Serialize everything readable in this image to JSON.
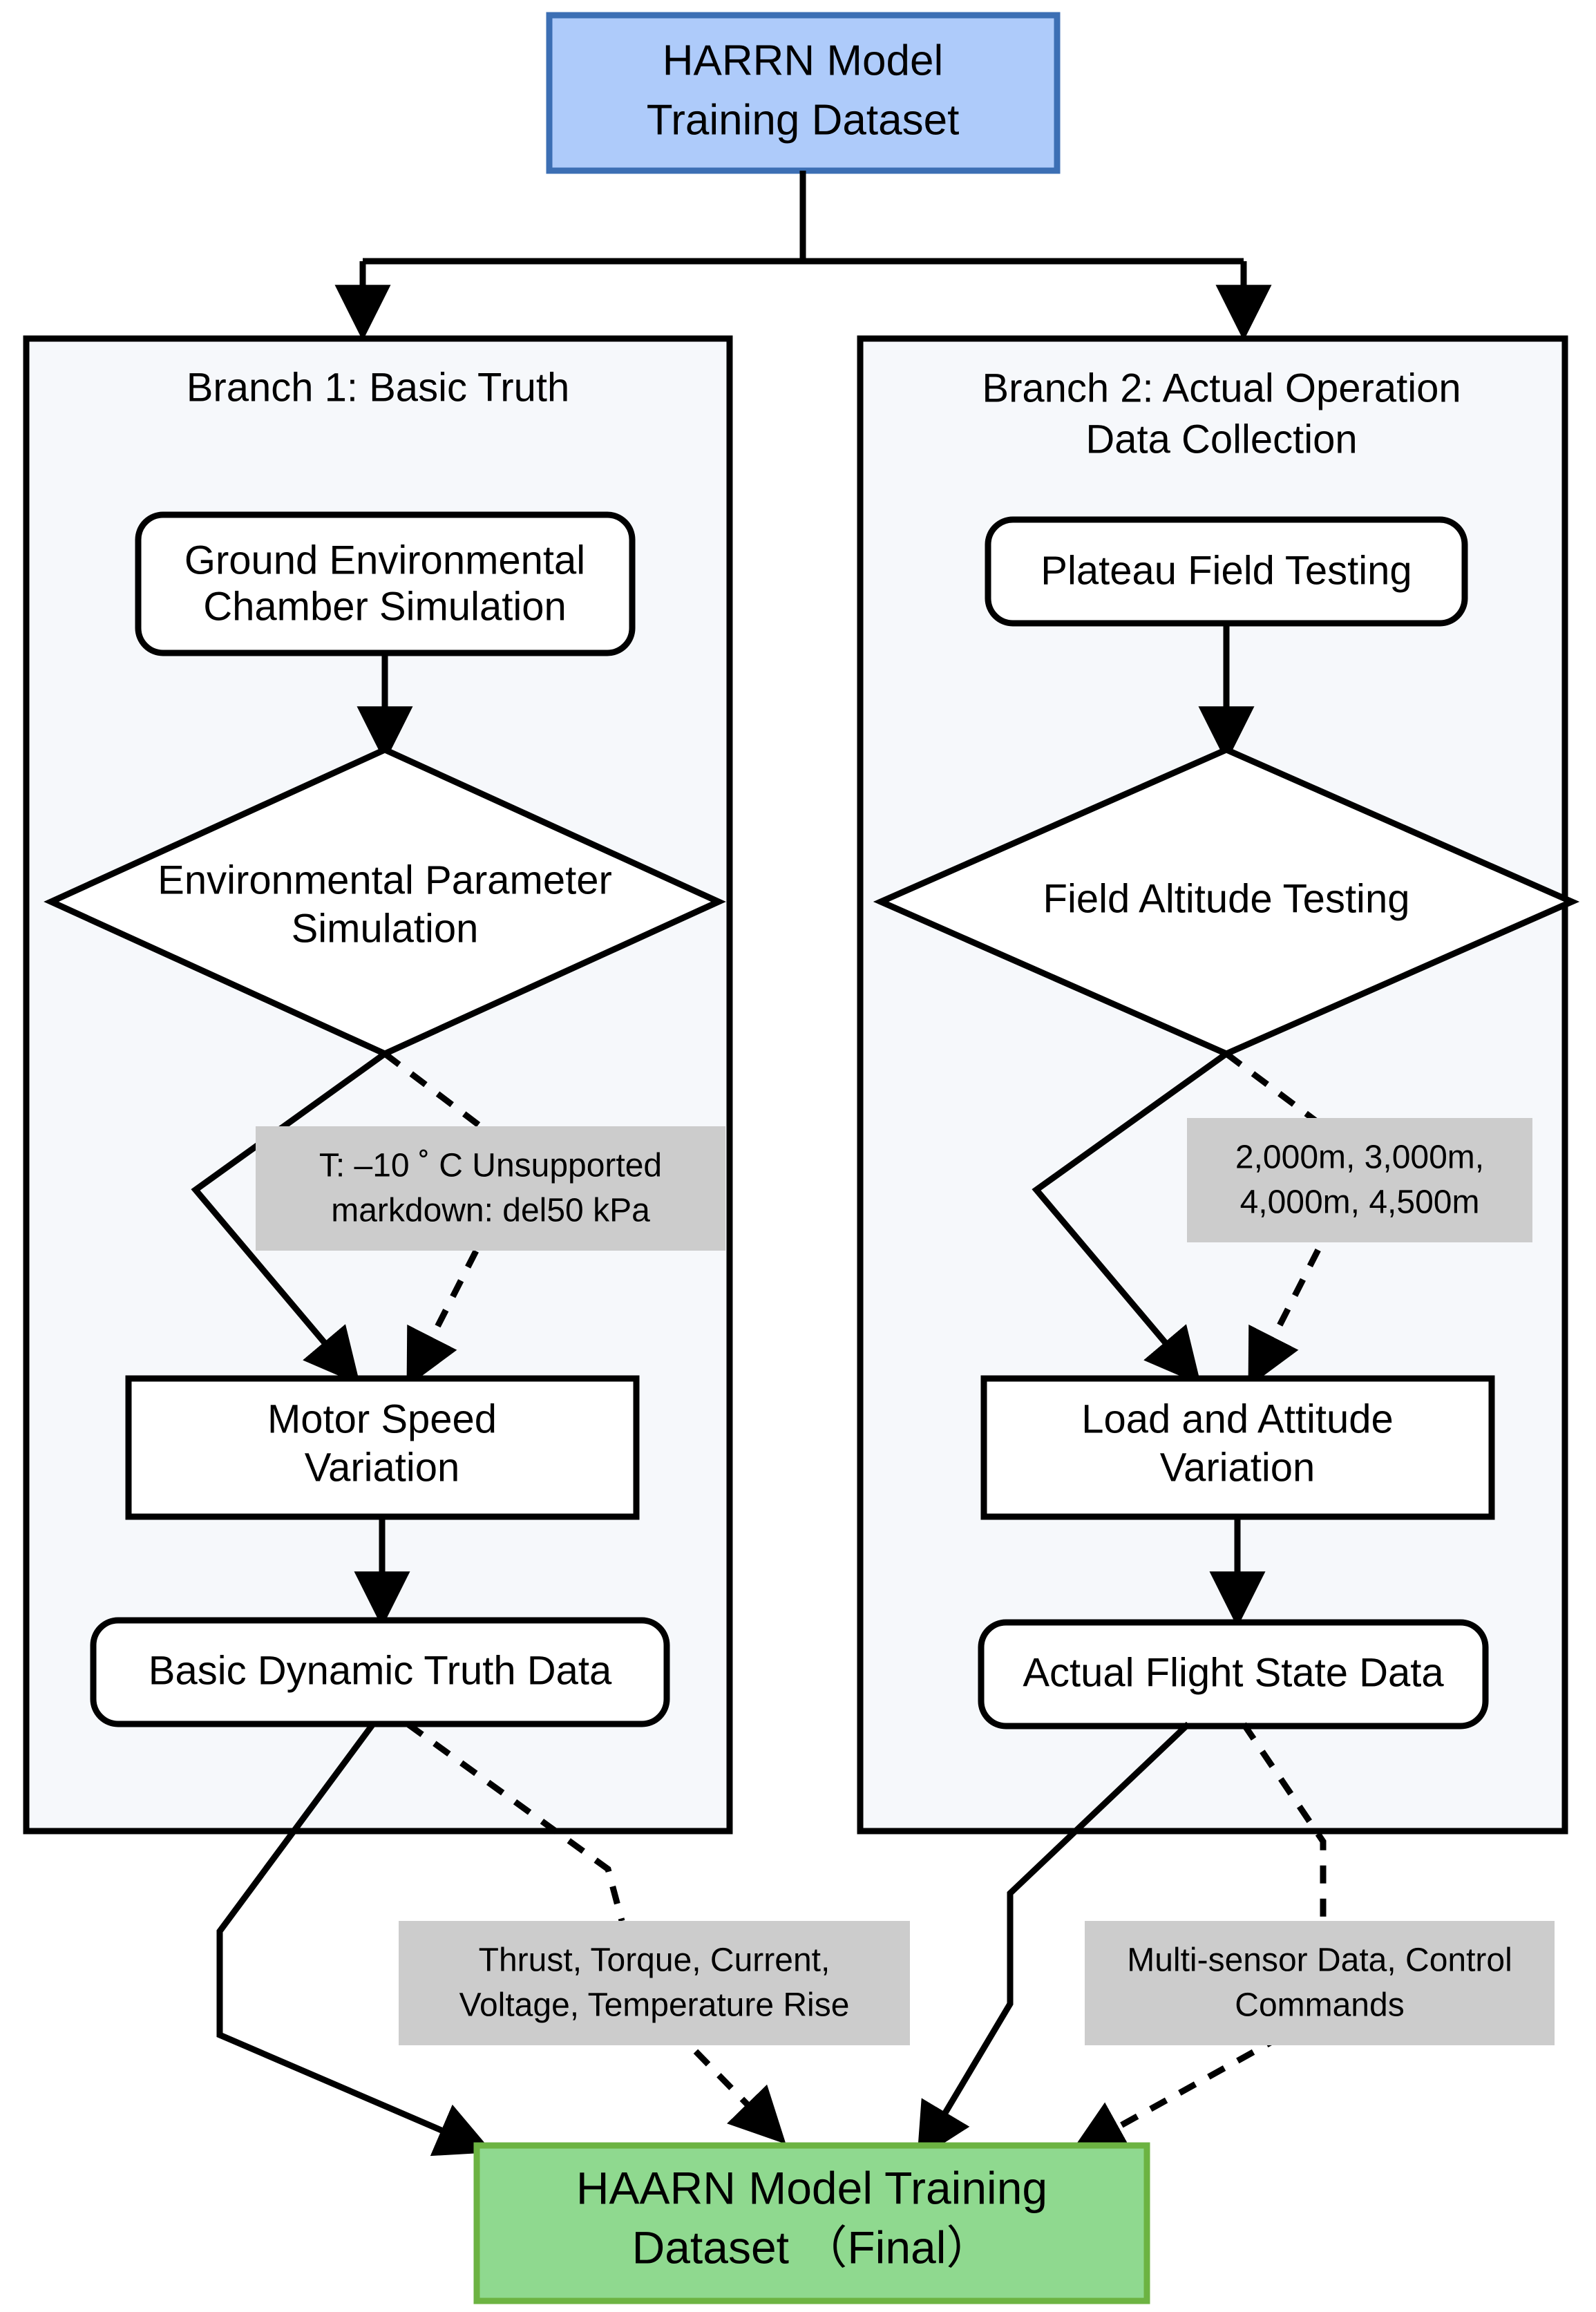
{
  "diagram": {
    "title_node": {
      "label_line1": "HARRN Model",
      "label_line2": "Training Dataset",
      "fill": "#aecbfa",
      "stroke": "#3c6fb4"
    },
    "branches": [
      {
        "id": "branch-1",
        "title_line1": "Branch 1:  Basic Truth",
        "title_line2": "",
        "nodes": [
          {
            "id": "ground-chamber",
            "shape": "rounded-rect",
            "line1": "Ground Environmental",
            "line2": "Chamber Simulation"
          },
          {
            "id": "env-parameter",
            "shape": "diamond",
            "line1": "Environmental Parameter",
            "line2": "Simulation"
          },
          {
            "id": "motor-speed",
            "shape": "rect",
            "line1": "Motor Speed",
            "line2": "Variation"
          },
          {
            "id": "basic-truth-data",
            "shape": "rounded-rect",
            "line1": "Basic Dynamic Truth Data",
            "line2": ""
          }
        ],
        "annotation": {
          "id": "temp-pressure-label",
          "line1": "T: –10 ˚ C Unsupported",
          "line2": "markdown: del50 kPa",
          "fill": "#cccccc"
        },
        "output_annotation": {
          "id": "truth-signals-label",
          "line1": "Thrust, Torque, Current,",
          "line2": "Voltage, Temperature Rise",
          "fill": "#cccccc"
        }
      },
      {
        "id": "branch-2",
        "title_line1": "Branch 2: Actual Operation",
        "title_line2": "Data Collection",
        "nodes": [
          {
            "id": "plateau-testing",
            "shape": "rounded-rect",
            "line1": "Plateau Field Testing",
            "line2": ""
          },
          {
            "id": "field-altitude",
            "shape": "diamond",
            "line1": "Field Altitude Testing",
            "line2": ""
          },
          {
            "id": "load-attitude",
            "shape": "rect",
            "line1": "Load and Attitude",
            "line2": "Variation"
          },
          {
            "id": "flight-state-data",
            "shape": "rounded-rect",
            "line1": "Actual Flight State Data",
            "line2": ""
          }
        ],
        "annotation": {
          "id": "altitude-label",
          "line1": "2,000m, 3,000m,",
          "line2": "4,000m, 4,500m",
          "fill": "#cccccc"
        },
        "output_annotation": {
          "id": "sensor-signals-label",
          "line1": "Multi-sensor Data, Control",
          "line2": "Commands",
          "fill": "#cccccc"
        }
      }
    ],
    "final_node": {
      "label_line1": "HAARN Model Training",
      "label_line2": "Dataset （Final）",
      "fill": "#8fd98f",
      "stroke": "#6cb342"
    }
  }
}
